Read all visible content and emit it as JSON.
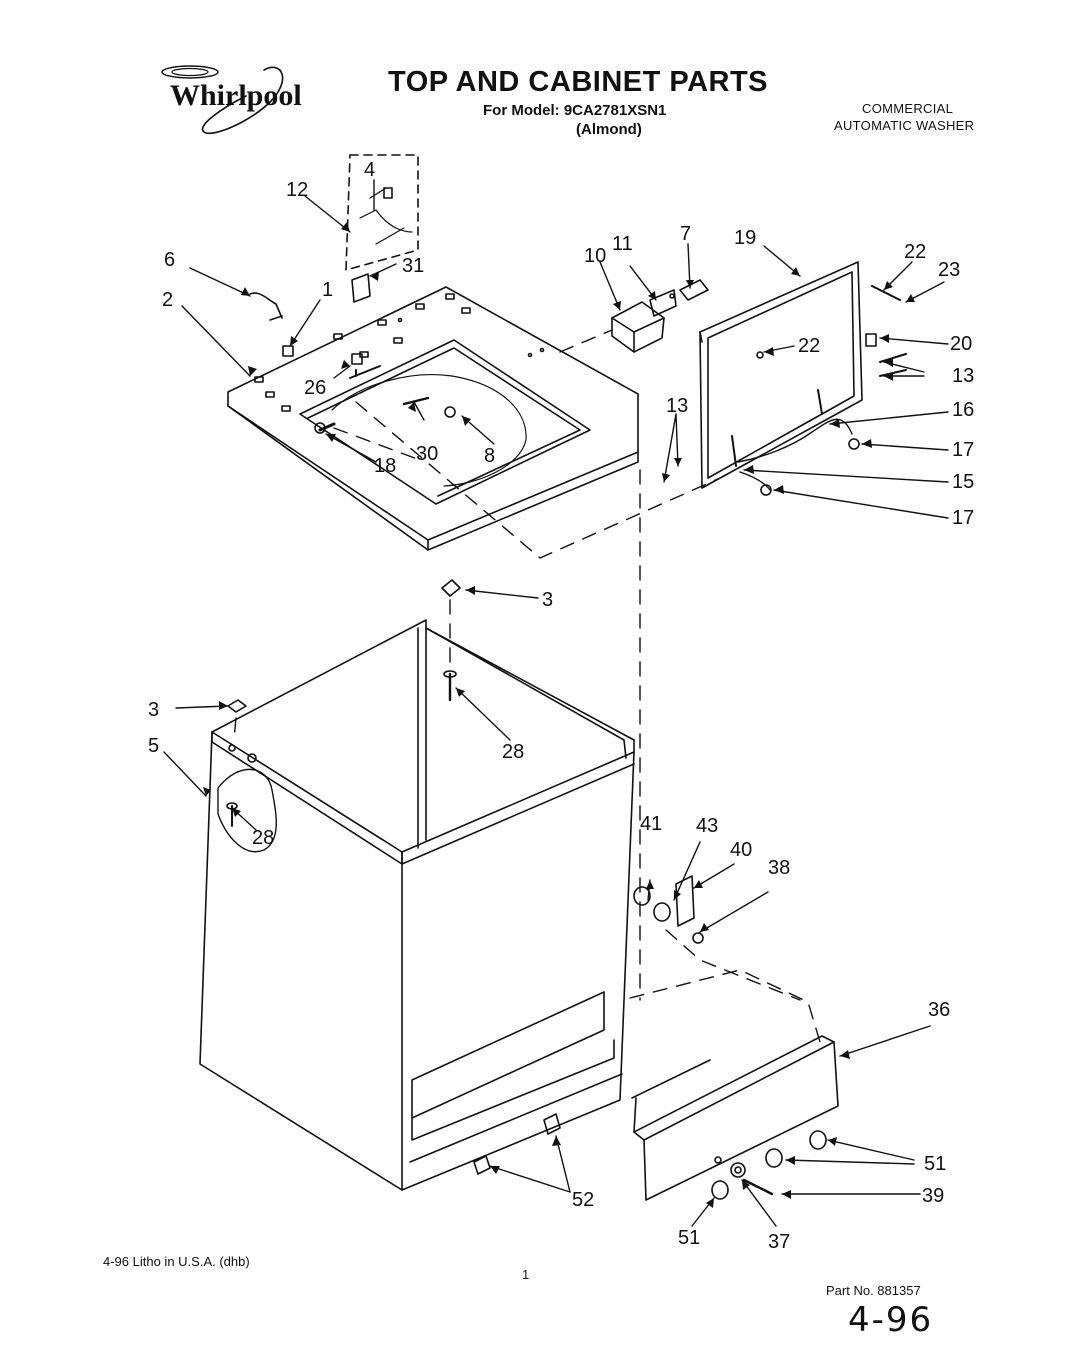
{
  "header": {
    "brand": "Whirlpool",
    "title": "TOP AND CABINET PARTS",
    "model_line": "For Model: 9CA2781XSN1",
    "color_line": "(Almond)",
    "product_line1": "COMMERCIAL",
    "product_line2": "AUTOMATIC WASHER"
  },
  "callouts": [
    "1",
    "2",
    "3",
    "3",
    "4",
    "5",
    "6",
    "7",
    "8",
    "10",
    "11",
    "12",
    "13",
    "13",
    "15",
    "16",
    "17",
    "17",
    "18",
    "19",
    "20",
    "22",
    "22",
    "23",
    "26",
    "28",
    "28",
    "30",
    "31",
    "36",
    "37",
    "38",
    "39",
    "40",
    "41",
    "43",
    "51",
    "51",
    "52"
  ],
  "footer": {
    "litho": "4-96 Litho in U.S.A. (dhb)",
    "page": "1",
    "part_no": "Part No. 881357",
    "handwritten": "4-96"
  },
  "colors": {
    "ink": "#111111",
    "paper": "#ffffff"
  }
}
